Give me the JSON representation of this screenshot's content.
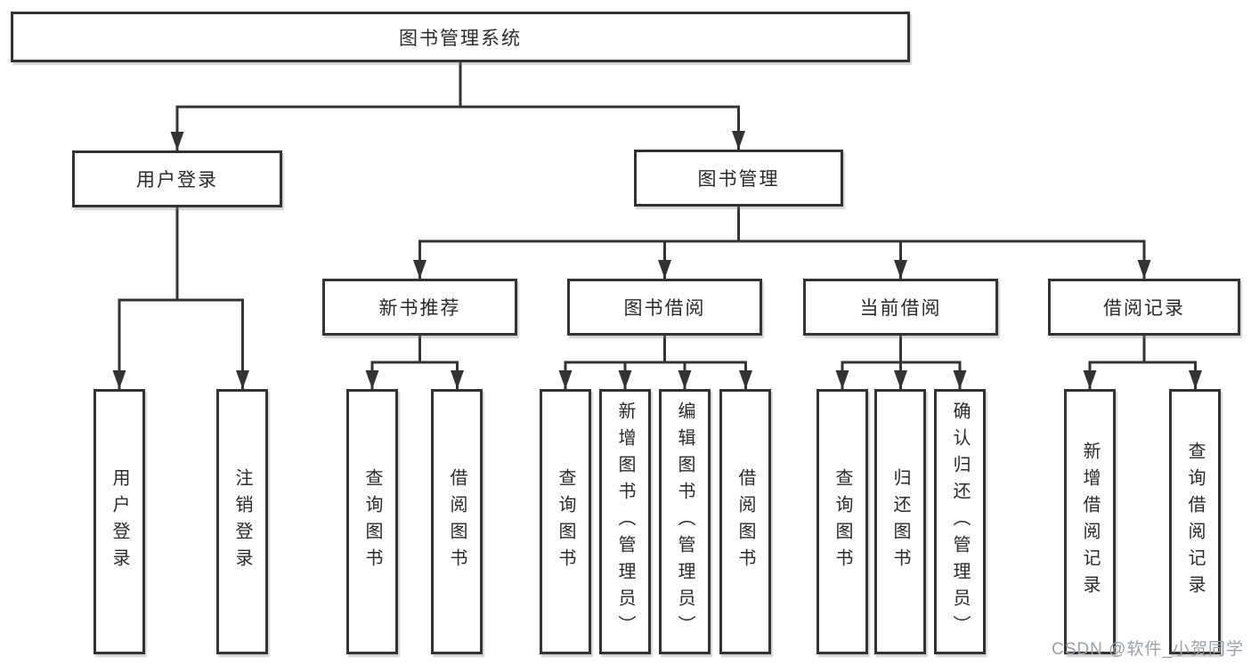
{
  "diagram_type": "hierarchy-tree",
  "tree": {
    "label": "图书管理系统",
    "children": [
      {
        "label": "用户登录",
        "children": [
          {
            "label": "用户登录"
          },
          {
            "label": "注销登录"
          }
        ]
      },
      {
        "label": "图书管理",
        "children": [
          {
            "label": "新书推荐",
            "children": [
              {
                "label": "查询图书"
              },
              {
                "label": "借阅图书"
              }
            ]
          },
          {
            "label": "图书借阅",
            "children": [
              {
                "label": "查询图书"
              },
              {
                "label": "新增图书（管理员）"
              },
              {
                "label": "编辑图书（管理员）"
              },
              {
                "label": "借阅图书"
              }
            ]
          },
          {
            "label": "当前借阅",
            "children": [
              {
                "label": "查询图书"
              },
              {
                "label": "归还图书"
              },
              {
                "label": "确认归还（管理员）"
              }
            ]
          },
          {
            "label": "借阅记录",
            "children": [
              {
                "label": "新增借阅记录"
              },
              {
                "label": "查询借阅记录"
              }
            ]
          }
        ]
      }
    ]
  },
  "watermark": {
    "text": "CSDN @软件_小贺同学"
  },
  "colors": {
    "line": "#333333",
    "box_border": "#333333",
    "box_fill": "#ffffff",
    "text": "#2a2a2a",
    "watermark": "#9aa0a5"
  }
}
